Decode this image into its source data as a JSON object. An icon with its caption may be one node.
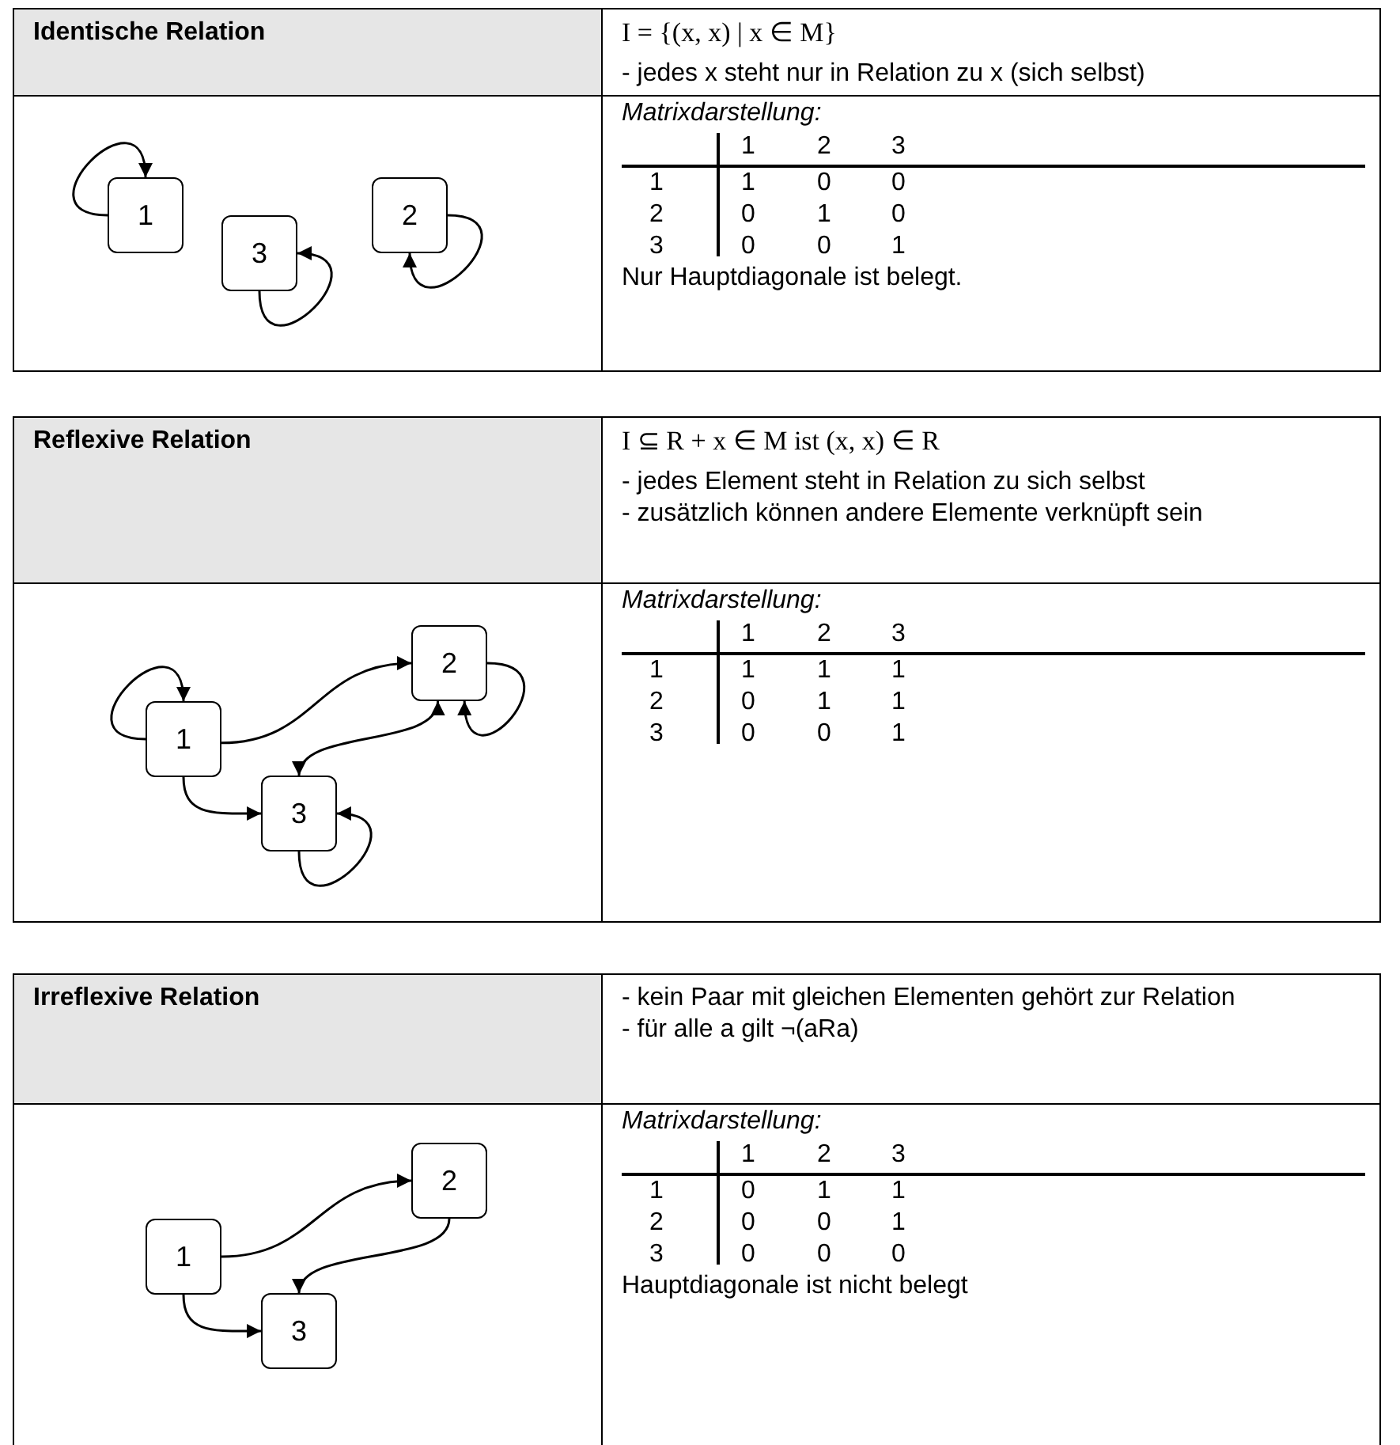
{
  "diagram": {
    "nodes": [
      {
        "text": [
          "1"
        ]
      },
      {
        "text": [
          "2"
        ]
      },
      {
        "text": [
          "3"
        ]
      },
      {
        "text": [
          "1"
        ]
      },
      {
        "text": [
          "2"
        ]
      },
      {
        "text": [
          "3"
        ]
      },
      {
        "text": [
          "1"
        ]
      },
      {
        "text": [
          "2"
        ]
      },
      {
        "text": [
          "3"
        ]
      }
    ],
    "edges": [
      {
        "from": 0,
        "to": 0,
        "arrow": "to"
      },
      {
        "from": 1,
        "to": 1,
        "arrow": "to"
      },
      {
        "from": 2,
        "to": 2,
        "arrow": "to"
      },
      {
        "from": 3,
        "to": 3,
        "arrow": "to"
      },
      {
        "from": 3,
        "to": 4,
        "arrow": "to"
      },
      {
        "from": 3,
        "to": 5,
        "arrow": "to"
      },
      {
        "from": 4,
        "to": 5,
        "arrow": "both"
      },
      {
        "from": 4,
        "to": 4,
        "arrow": "to"
      },
      {
        "from": 5,
        "to": 5,
        "arrow": "to"
      },
      {
        "from": 6,
        "to": 7,
        "arrow": "to"
      },
      {
        "from": 6,
        "to": 8,
        "arrow": "to"
      },
      {
        "from": 7,
        "to": 8,
        "arrow": "to"
      }
    ],
    "labels": [
      "Identische Relation",
      "I = {(x, x) | x ∈ M}",
      "- jedes x steht nur in Relation zu x (sich selbst)",
      "Matrixdarstellung:",
      "1",
      "2",
      "3",
      "1",
      "1",
      "0",
      "0",
      "2",
      "0",
      "1",
      "0",
      "3",
      "0",
      "0",
      "1",
      "Nur Hauptdiagonale ist belegt.",
      "Reflexive Relation",
      "I ⊆ R   +   x ∈ M ist (x, x) ∈ R",
      "- jedes Element steht in Relation zu sich selbst",
      "- zusätzlich können andere Elemente verknüpft sein",
      "Matrixdarstellung:",
      "1",
      "2",
      "3",
      "1",
      "1",
      "1",
      "1",
      "2",
      "0",
      "1",
      "1",
      "3",
      "0",
      "0",
      "1",
      "Irreflexive Relation",
      "- kein Paar mit gleichen Elementen gehört zur Relation",
      "- für alle a gilt ¬(aRa)",
      "Matrixdarstellung:",
      "1",
      "2",
      "3",
      "1",
      "0",
      "1",
      "1",
      "2",
      "0",
      "0",
      "1",
      "3",
      "0",
      "0",
      "0",
      "Hauptdiagonale ist nicht belegt"
    ]
  }
}
